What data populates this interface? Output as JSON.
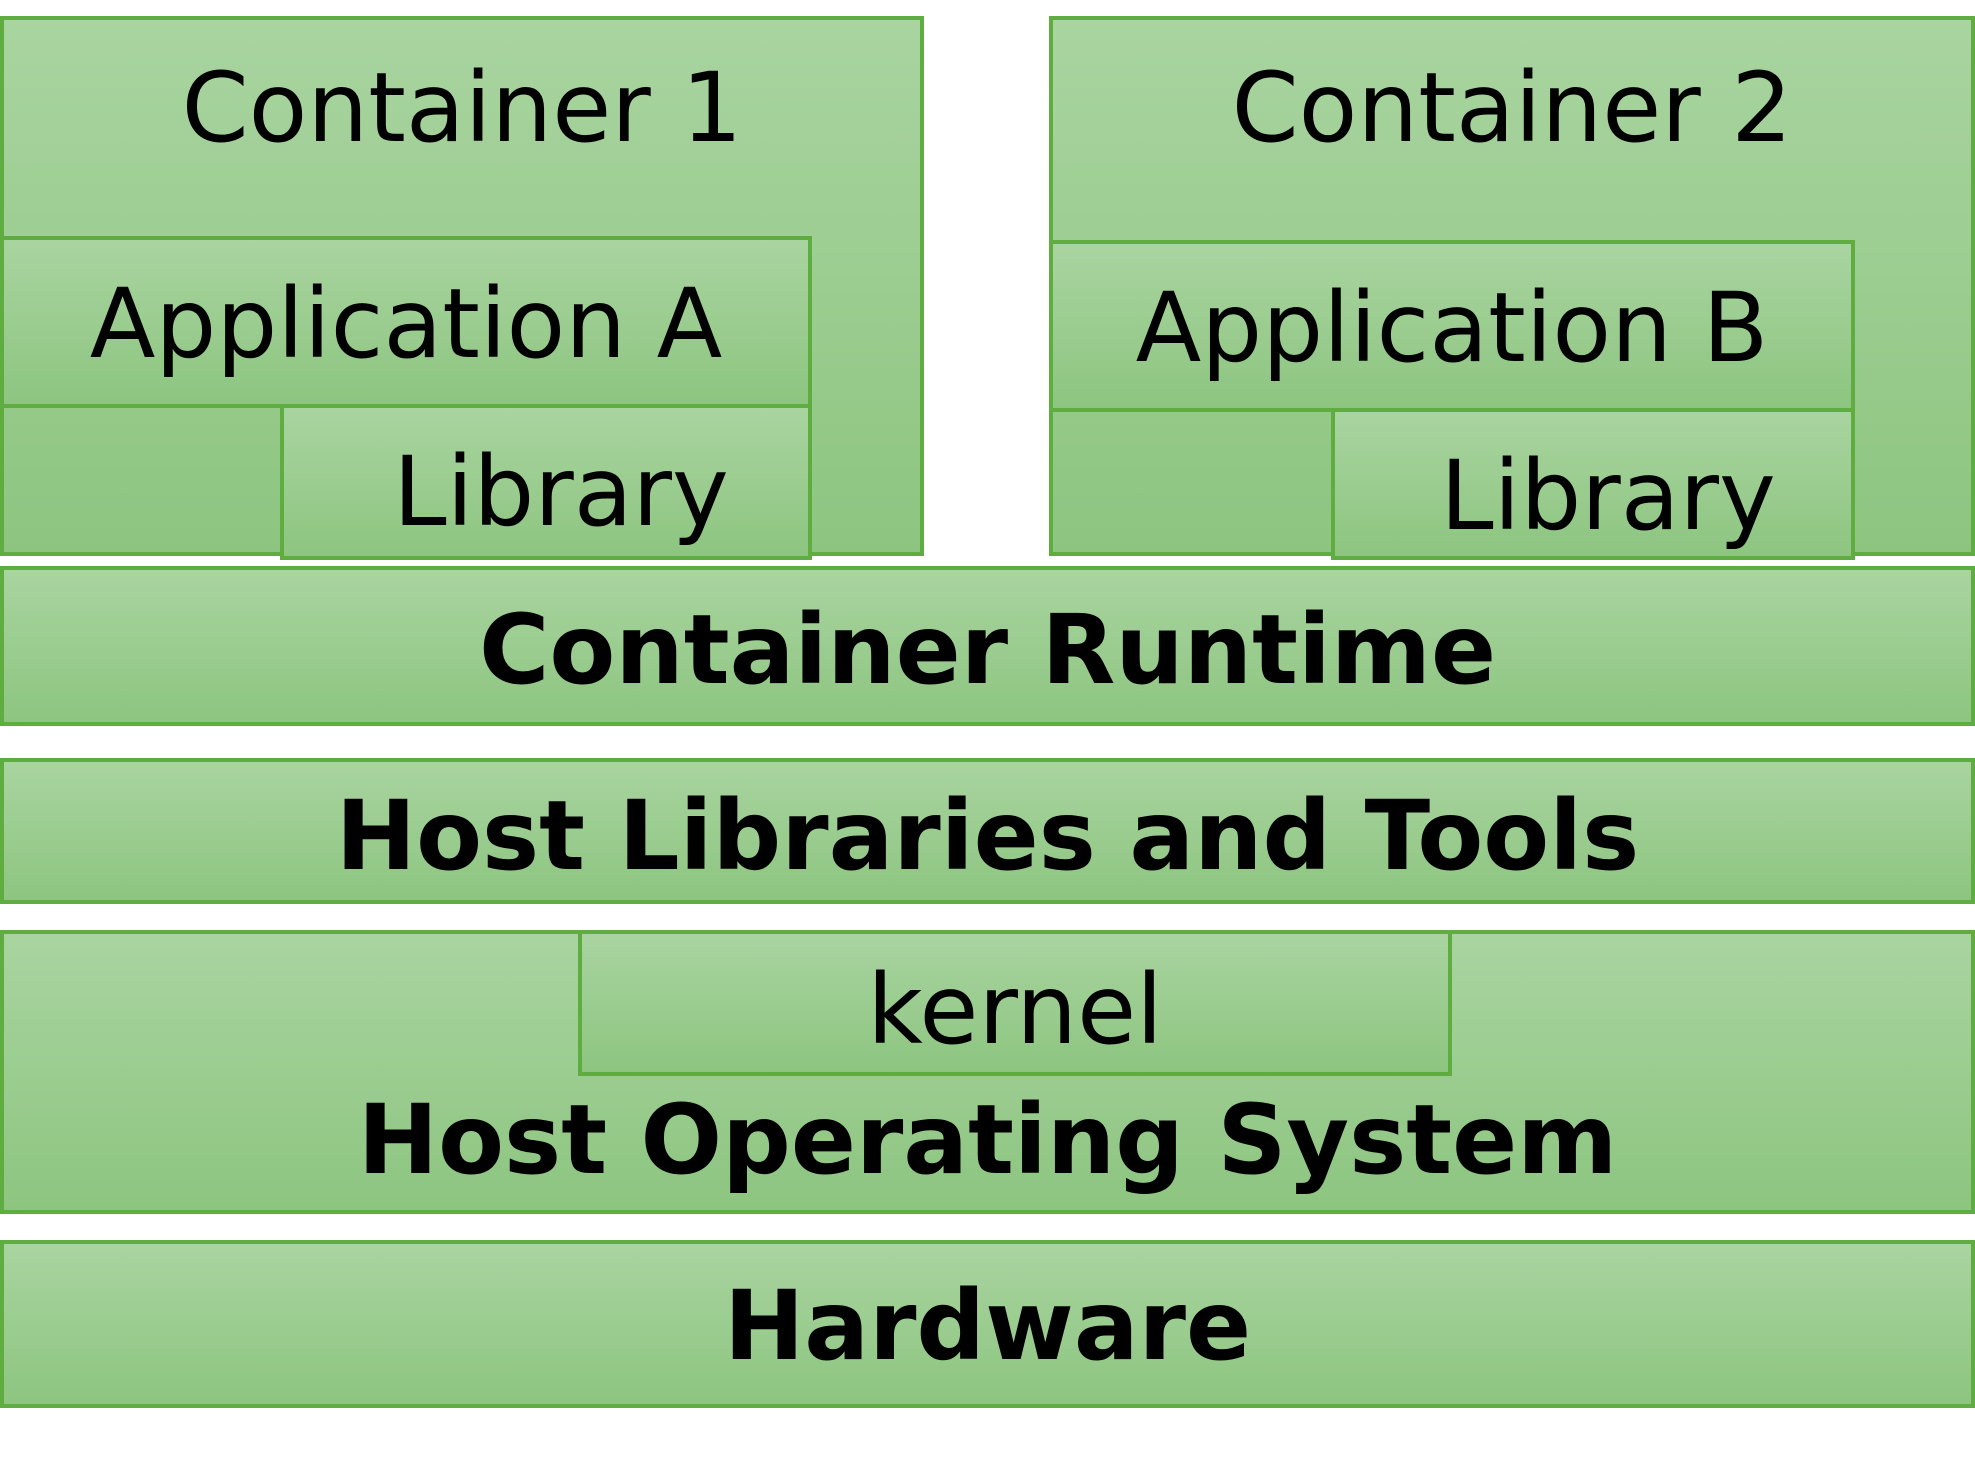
{
  "diagram": {
    "container1": {
      "title": "Container 1",
      "application": "Application A",
      "library": "Library"
    },
    "container2": {
      "title": "Container 2",
      "application": "Application B",
      "library": "Library"
    },
    "layers": {
      "runtime": "Container Runtime",
      "host_libraries": "Host Libraries and Tools",
      "kernel": "kernel",
      "host_os": "Host Operating System",
      "hardware": "Hardware"
    }
  },
  "colors": {
    "box_fill_top": "#a9d4a0",
    "box_fill_bottom": "#8dc580",
    "box_border": "#5fad41",
    "text": "#000000"
  }
}
